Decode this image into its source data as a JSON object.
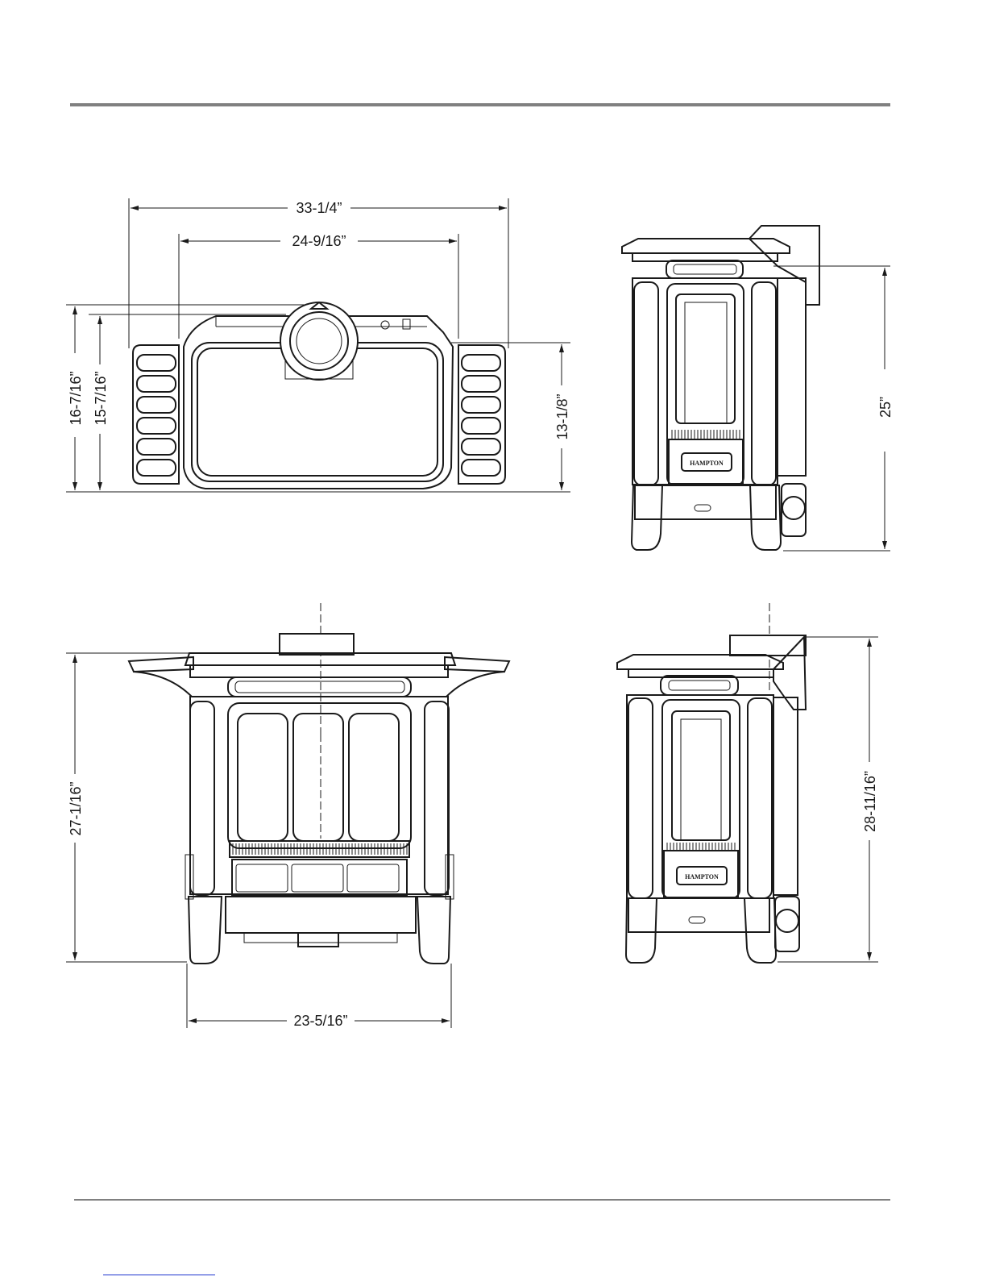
{
  "dimensions": {
    "top_overall_width": "33-1/4”",
    "top_body_width": "24-9/16”",
    "top_overall_depth": "16-7/16”",
    "top_body_depth": "15-7/16”",
    "top_collar_depth": "13-1/8”",
    "side_height_rear_outlet": "25”",
    "front_height": "27-1/16”",
    "front_leg_width": "23-5/16”",
    "side_height_top_outlet": "28-11/16”"
  },
  "nameplate": "HAMPTON",
  "colors": {
    "line": "#1a1a1a",
    "rule": "#808080",
    "background": "#ffffff"
  }
}
